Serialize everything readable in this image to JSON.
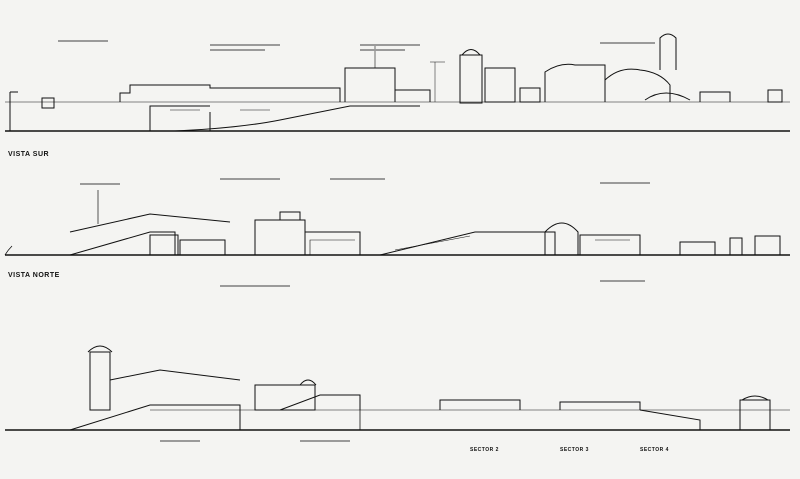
{
  "drawing": {
    "views": [
      {
        "id": "south",
        "label": "VISTA SUR"
      },
      {
        "id": "north",
        "label": "VISTA NORTE"
      }
    ],
    "sectors": [
      "SECTOR 2",
      "SECTOR 3",
      "SECTOR 4"
    ],
    "colors": {
      "ink": "#111111",
      "paper": "#f4f4f2",
      "note": "#9a9a9a"
    }
  }
}
